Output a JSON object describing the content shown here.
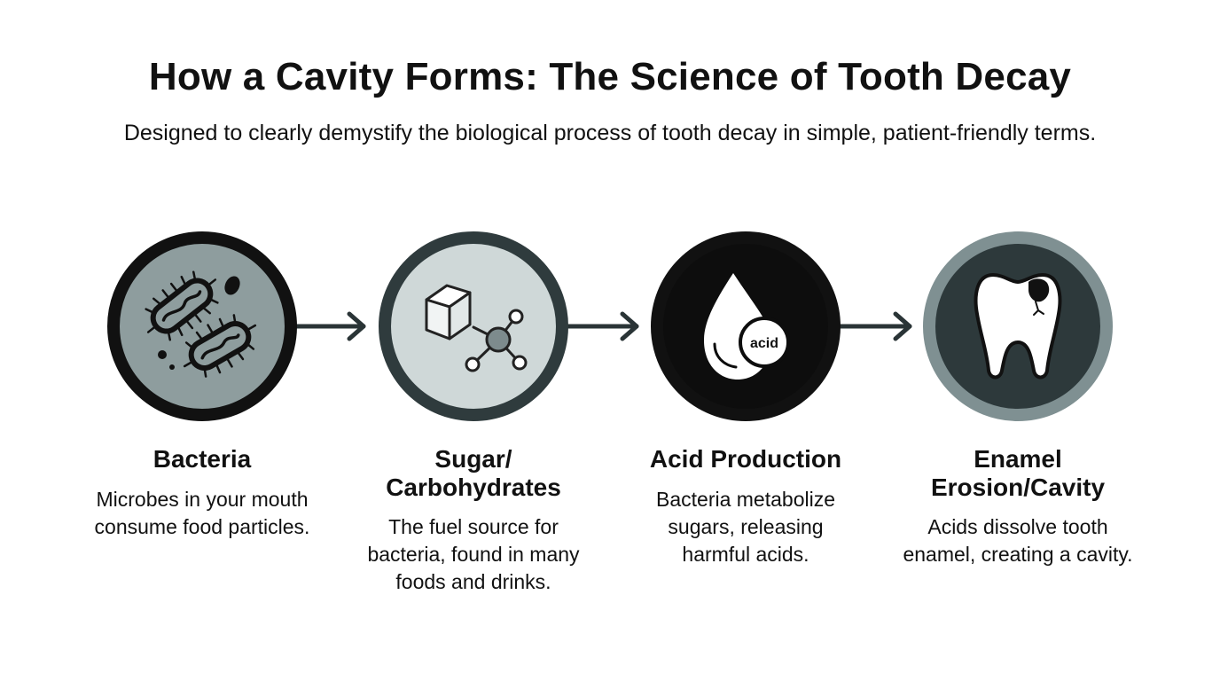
{
  "header": {
    "title": "How a Cavity Forms: The Science of Tooth Decay",
    "subtitle": "Designed to clearly demystify the biological process of tooth decay in simple, patient-friendly terms."
  },
  "steps": [
    {
      "title": "Bacteria",
      "description": "Microbes in your mouth consume food particles.",
      "icon": "bacteria-icon",
      "ring_color": "#111111",
      "fill_color": "#8e9d9e"
    },
    {
      "title": "Sugar/ Carbohydrates",
      "description": "The fuel source for bacteria, found in many foods and drinks.",
      "icon": "sugar-molecule-icon",
      "ring_color": "#2f3b3d",
      "fill_color": "#cfd8d8"
    },
    {
      "title": "Acid Production",
      "description": "Bacteria metabolize sugars, releasing harmful acids.",
      "icon": "acid-drop-icon",
      "icon_label": "acid",
      "ring_color": "#111111",
      "fill_color": "#0d0d0d"
    },
    {
      "title": "Enamel Erosion/Cavity",
      "description": "Acids dissolve tooth enamel, creating a cavity.",
      "icon": "tooth-cavity-icon",
      "ring_color": "#7f9092",
      "fill_color": "#2d393b"
    }
  ],
  "colors": {
    "arrow": "#2a3436",
    "text": "#111111"
  }
}
